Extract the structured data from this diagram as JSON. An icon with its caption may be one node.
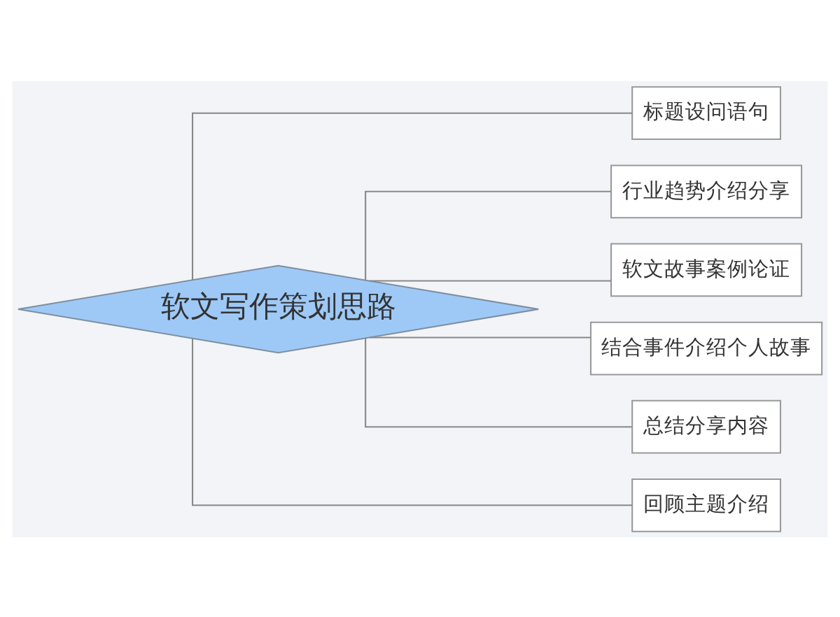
{
  "diagram": {
    "nodes": [
      {
        "text": [
          "软文写作策划思路"
        ]
      },
      {
        "text": [
          "标题设问语句"
        ]
      },
      {
        "text": [
          "行业趋势介绍分享"
        ]
      },
      {
        "text": [
          "软文故事案例论证"
        ]
      },
      {
        "text": [
          "结合事件介绍个人故事"
        ]
      },
      {
        "text": [
          "总结分享内容"
        ]
      },
      {
        "text": [
          "回顾主题介绍"
        ]
      }
    ],
    "edges": [
      {
        "from": 0,
        "to": 1,
        "arrow": "none"
      },
      {
        "from": 0,
        "to": 2,
        "arrow": "none"
      },
      {
        "from": 0,
        "to": 3,
        "arrow": "none"
      },
      {
        "from": 0,
        "to": 4,
        "arrow": "none"
      },
      {
        "from": 0,
        "to": 5,
        "arrow": "none"
      },
      {
        "from": 0,
        "to": 6,
        "arrow": "none"
      }
    ]
  }
}
